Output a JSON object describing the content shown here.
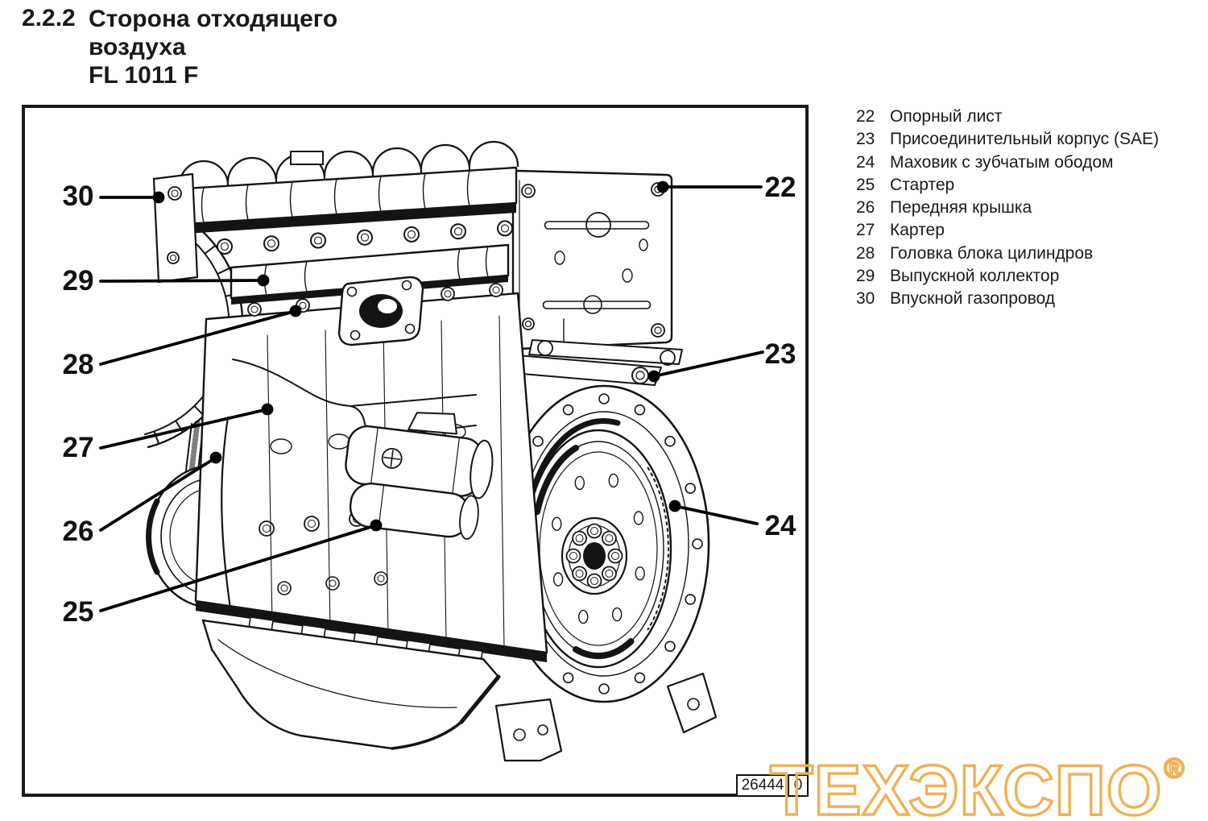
{
  "page": {
    "section_number": "2.2.2",
    "title_lines": [
      "Сторона отходящего",
      "воздуха",
      "FL 1011 F"
    ]
  },
  "figure": {
    "callouts": [
      "30",
      "29",
      "28",
      "27",
      "26",
      "25",
      "22",
      "23",
      "24"
    ],
    "drawing_number": "26444",
    "drawing_revision": "0"
  },
  "legend": {
    "items": [
      {
        "num": "22",
        "label": "Опорный лист"
      },
      {
        "num": "23",
        "label": "Присоединительный корпус (SAE)"
      },
      {
        "num": "24",
        "label": "Маховик с зубчатым ободом"
      },
      {
        "num": "25",
        "label": "Стартер"
      },
      {
        "num": "26",
        "label": "Передняя крышка"
      },
      {
        "num": "27",
        "label": "Картер"
      },
      {
        "num": "28",
        "label": "Головка блока цилиндров"
      },
      {
        "num": "29",
        "label": "Выпускной коллектор"
      },
      {
        "num": "30",
        "label": "Впускной газопровод"
      }
    ]
  },
  "watermark": {
    "text": "ТЕХЭКСПО",
    "registered": "®",
    "color": "#eeb254"
  }
}
